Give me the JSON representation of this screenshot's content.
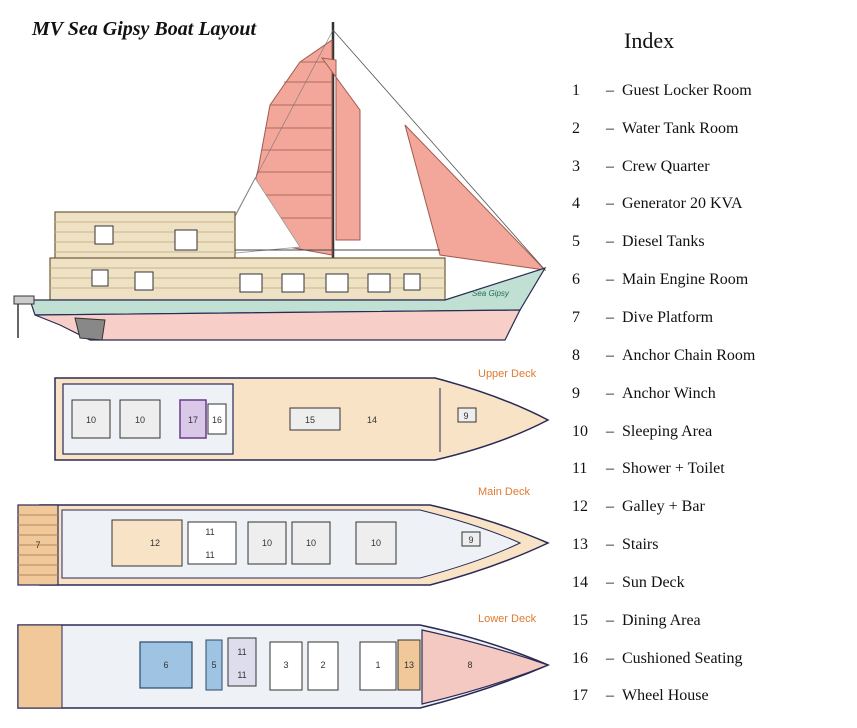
{
  "title": "MV Sea Gipsy Boat Layout",
  "boat_name": "Sea Gipsy",
  "index": {
    "heading": "Index",
    "items": [
      {
        "num": "1",
        "sep": " –",
        "name": "Guest Locker Room"
      },
      {
        "num": "2",
        "sep": " –",
        "name": "Water Tank Room"
      },
      {
        "num": "3",
        "sep": " –",
        "name": "Crew Quarter"
      },
      {
        "num": "4",
        "sep": " –",
        "name": "Generator 20 KVA"
      },
      {
        "num": "5",
        "sep": " –",
        "name": "Diesel Tanks"
      },
      {
        "num": "6",
        "sep": " –",
        "name": "Main Engine Room"
      },
      {
        "num": "7",
        "sep": " –",
        "name": "Dive Platform"
      },
      {
        "num": "8",
        "sep": " –",
        "name": "Anchor Chain Room"
      },
      {
        "num": "9",
        "sep": " –",
        "name": "Anchor Winch"
      },
      {
        "num": "10",
        "sep": "–",
        "name": "Sleeping Area"
      },
      {
        "num": "11",
        "sep": "–",
        "name": "Shower + Toilet"
      },
      {
        "num": "12",
        "sep": "–",
        "name": "Galley + Bar"
      },
      {
        "num": "13",
        "sep": "–",
        "name": "Stairs"
      },
      {
        "num": "14",
        "sep": "–",
        "name": "Sun Deck"
      },
      {
        "num": "15",
        "sep": "–",
        "name": "Dining Area"
      },
      {
        "num": "16",
        "sep": "–",
        "name": "Cushioned Seating"
      },
      {
        "num": "17",
        "sep": "–",
        "name": "Wheel House"
      }
    ]
  },
  "decks": {
    "upper": {
      "label": "Upper Deck",
      "rooms": [
        "10",
        "10",
        "17",
        "16",
        "15",
        "14",
        "9"
      ]
    },
    "main": {
      "label": "Main Deck",
      "rooms": [
        "7",
        "12",
        "11",
        "11",
        "10",
        "10",
        "10",
        "9"
      ]
    },
    "lower": {
      "label": "Lower Deck",
      "rooms": [
        "6",
        "5",
        "11",
        "11",
        "3",
        "2",
        "1",
        "13",
        "8"
      ]
    }
  },
  "colors": {
    "sail": "#f2a79a",
    "hull_pink": "#f7cfc8",
    "hull_green": "#bfe0d2",
    "cabin_wood": "#efe2c4",
    "deck_fill": "#f8e3c6",
    "lower_fill": "#eef1f5",
    "bow_pink": "#f4c9c2",
    "outline": "#2a2a55",
    "deck_label": "#e07a2e"
  }
}
